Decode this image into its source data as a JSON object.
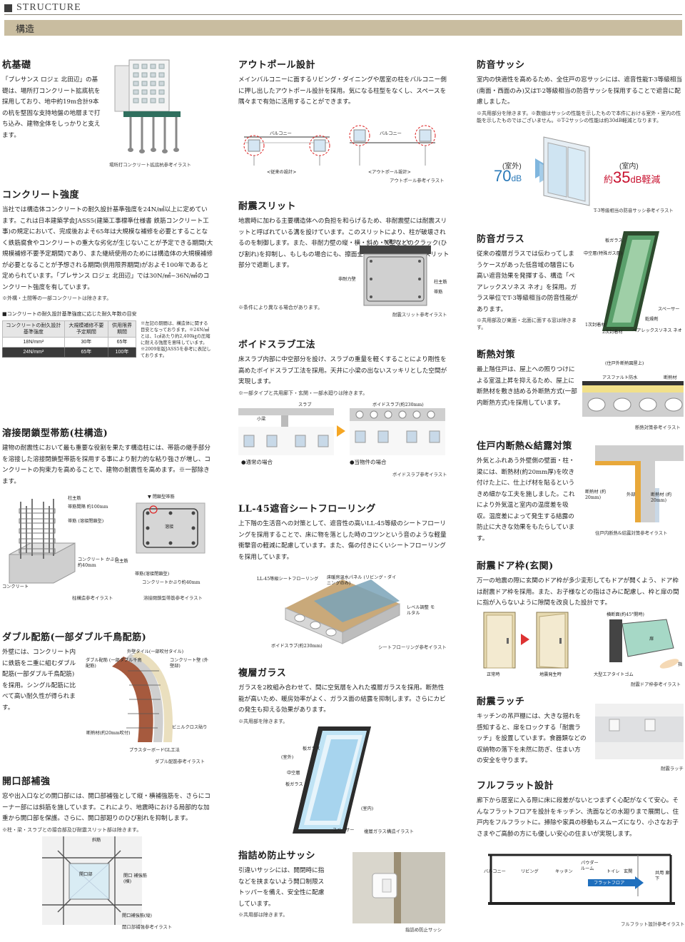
{
  "header": {
    "section_en": "STRUCTURE",
    "band_title": "構造"
  },
  "c1": {
    "pile": {
      "title": "杭基礎",
      "body": "「プレサンス ロジェ 北田辺」の基礎は、場所打コンクリート拡底杭を採用しており、地中約19m合計9本の杭を堅固な支持地盤の地層まで打ち込み、建物全体をしっかりと支えます。",
      "caption": "場所打コンクリート拡底杭参考イラスト"
    },
    "concrete": {
      "title": "コンクリート強度",
      "body": "当社では構造体コンクリートの耐久設計基準強度を24N/㎟以上に定めています。これは日本建築学会JASS5(建築工事標準仕様書 鉄筋コンクリート工事)の規定において、完成後およそ65年は大規模な補修を必要とすることなく鉄筋腐食やコンクリートの重大な劣化が生じないことが予定できる期間(大規模補修不要予定期間)であり、また継続使用のためには構造体の大規模補修が必要となることが予想される期間(供用限界期間)がおよそ100年であると定められています。「プレサンス ロジェ 北田辺」では30N/㎟~36N/㎟のコンクリート強度を有しています。",
      "note": "※外構・土間等の一部コンクリートは除きます。",
      "table_title": "■コンクリートの耐久設計基準強度に応じた耐久年数の目安",
      "table_head": [
        "コンクリートの耐久設計基準強度",
        "大規模補修不要予定期間",
        "供用限界期間"
      ],
      "table_rows": [
        [
          "18N/mm²",
          "30年",
          "65年"
        ],
        [
          "24N/mm²",
          "65年",
          "100年"
        ]
      ],
      "table_notes": "※左記の期間は、構造体に関する目安となっております。※24N/㎟とは、1㎠あたり約2,400㎏の圧縮に耐える強度を意味しています。※2009年版JASS5を参考に表記しております。"
    },
    "hoop": {
      "title": "溶接閉鎖型帯筋(柱構造)",
      "body": "建物の耐震性において最も重要な役割を果たす構造柱には、帯筋の継手部分を溶接した溶接閉鎖型帯筋を採用する事により耐力的な粘り強さが増し、コンクリートの拘束力を高めることで、建物の耐震性を高めます。※一部除きます。",
      "labels": {
        "col_main": "柱主筋",
        "hoop_pitch": "帯筋間隔 約100mm",
        "hoop": "帯筋 (溶接閉鎖型)",
        "cover": "コンクリート かぶり約40mm",
        "concrete": "コンクリート",
        "closed_type": "▼ 閉鎖型帯筋",
        "weld": "溶接",
        "col_main2": "柱主筋",
        "hoop2": "帯筋(溶接閉鎖型)",
        "cover2": "コンクリートかぶり約40mm"
      },
      "cap1": "柱構造参考イラスト",
      "cap2": "溶接閉鎖型帯筋参考イラスト"
    },
    "double": {
      "title": "ダブル配筋(一部ダブル千鳥配筋)",
      "body": "外壁には、コンクリート内に鉄筋を二重に組むダブル配筋(一部ダブル千鳥配筋)を採用。シングル配筋に比べて高い耐久性が得られます。",
      "labels": {
        "tile": "外壁タイル(一部吹付タイル)",
        "rebar": "ダブル配筋 (一部ダブル千鳥配筋)",
        "wall": "コンクリート壁 (外壁部)",
        "insul": "断熱材(約20mm吹付)",
        "cloth": "ビニルクロス貼り",
        "board": "プラスターボードGL工法"
      },
      "caption": "ダブル配筋参考イラスト"
    },
    "opening": {
      "title": "開口部補強",
      "body": "窓や出入口などの開口部には、開口部補強として縦・横補強筋を、さらにコーナー部には斜筋を施しています。これにより、地震時における局部的な加重から開口部を保護。さらに、開口部廻りのひび割れを抑制します。",
      "note": "※柱・梁・スラブとの接合部及び耐震スリット部は除きます。",
      "labels": {
        "diag": "斜筋",
        "opening": "開口部",
        "horiz": "開口 補強筋(横)",
        "vert": "開口補強筋(縦)"
      },
      "caption": "開口部補強参考イラスト"
    }
  },
  "c2": {
    "outpole": {
      "title": "アウトポール設計",
      "body": "メインバルコニーに面するリビング・ダイニングや居室の柱をバルコニー側に押し出したアウトポール設計を採用。気になる柱型をなくし、スペースを隅々まで有効に活用することができます。",
      "balcony": "バルコニー",
      "conv": "<従来の設計>",
      "out": "<アウトポール設計>",
      "caption": "アウトポール参考イラスト"
    },
    "slit": {
      "title": "耐震スリット",
      "body": "地震時に加わる主要構造体への負担を和らげるため、非耐震壁には耐震スリットと呼ばれている溝を設けています。このスリットにより、柱が破壊されるのを制御します。また、非耐力壁の縦・横・斜め・X型などのクラック(ひび割れ)を抑制し、もしもの場合にも、擦面全域にわたるクラックをスリット部分で遮断します。",
      "note": "※条件により異なる場合があります。",
      "labels": {
        "slit": "耐震スリット",
        "wall": "非耐力壁",
        "main": "柱主筋",
        "hoop": "帯筋"
      },
      "caption": "耐震スリット参考イラスト"
    },
    "void": {
      "title": "ボイドスラブ工法",
      "body": "床スラブ内部に中空部分を設け、スラブの重量を軽くすることにより剛性を高めたボイドスラブ工法を採用。天井に小梁の出ないスッキリとした空間が実現します。",
      "note": "※一部タイプと共用廊下・玄関・一部水廻りは除きます。",
      "labels": {
        "slab": "スラブ",
        "beam": "小梁",
        "void": "ボイドスラブ(約230mm)",
        "normal": "●通常の場合",
        "ours": "●当物件の場合"
      },
      "caption": "ボイドスラブ参考イラスト"
    },
    "floor": {
      "title": "LL-45遮音シートフローリング",
      "body": "上下階の生活音への対策として、遮音性の高いLL-45等級のシートフローリングを採用することで、床に物を落とした時のコツンという音のような軽量衝撃音の軽減に配慮しています。また、傷の付きにくいシートフローリングを採用しています。",
      "labels": {
        "sheet": "LL-45等級シートフローリング",
        "panel": "床暖房温水パネル (リビング・ダイニングのみ)",
        "mortar": "レベル調整 モルタル",
        "void": "ボイドスラブ(約230mm)"
      },
      "caption": "シートフローリング参考イラスト"
    },
    "glass": {
      "title": "複層ガラス",
      "body": "ガラスを2枚組み合わせて、間に空気層を入れた複層ガラスを採用。断熱性能が高いため、暖房効率がよく、ガラス面の結露を抑制します。さらにカビの発生も抑える効果があります。",
      "note": "※共用部を除きます。",
      "labels": {
        "outside": "(室外)",
        "pane": "板ガラス",
        "mid": "中空層",
        "pane2": "板ガラス",
        "inside": "(室内)",
        "spacer": "スペーサー"
      },
      "caption": "複層ガラス構造イラスト"
    },
    "finger": {
      "title": "指詰め防止サッシ",
      "body": "引違いサッシには、開閉時に指などを挟まないよう開口制限ストッパーを備え、安全性に配慮しています。",
      "note": "※共用部は除きます。",
      "caption": "指詰め防止サッシ"
    }
  },
  "c3": {
    "sash": {
      "title": "防音サッシ",
      "body": "室内の快適性を高めるため、全住戸の窓サッシには、遮音性能T-3等級相当(南面・西面のみ)又はT-2等級相当の防音サッシを採用することで遮音に配慮しました。",
      "note": "※共用部分を除きます。※数値はサッシの性能を示したもので本件における室外・室内の性能を示したものではございません。※T-2サッシの性能は約30dB軽減となります。",
      "outside": "(室外)",
      "out_db": "70",
      "unit": "dB",
      "inside": "(室内)",
      "in_pre": "約",
      "in_db": "35",
      "in_post": "dB軽減",
      "caption": "T-3等級相当の防音サッシ参考イラスト"
    },
    "sglass": {
      "title": "防音ガラス",
      "body": "従来の複層ガラスでは伝わってしまうケースがあった低音域の騒音にも高い遮音効果を発揮する、構造「ペアレックスソネス ネオ」を採用。ガラス単位でT-3等級相当の防音性能があります。",
      "note": "※共用部及び東面・北面に面する窓は除きます。",
      "labels": {
        "pane": "板ガラス",
        "mid": "中空層(特殊ガス層)",
        "spacer": "スペーサー",
        "desiccant": "乾燥剤",
        "seal1": "1次封着材",
        "seal2": "2次封着材",
        "brand": "ペアレックスソネス ネオ"
      }
    },
    "insul": {
      "title": "断熱対策",
      "body": "最上階住戸は、屋上への照りつけによる室温上昇を抑えるため、屋上に断熱材を敷き詰める外断熱方式(一部内断熱方式)を採用しています。",
      "labels": {
        "top": "(住戸外断熱図屋上)",
        "asphalt": "アスファルト防水",
        "ins": "断熱材"
      },
      "caption": "断熱対策参考イラスト"
    },
    "dew": {
      "title": "住戸内断熱&結露対策",
      "body": "外気とふれあう外壁側の壁面・柱・梁には、断熱材(約20mm厚)を吹き付けた上に、仕上げ材を貼るというきめ細かな工夫を施しました。これにより外気温と室内の温度差を吸収。温度差によって発生する結露の防止に大きな効果をもたらしています。",
      "labels": {
        "ins1": "断熱材 (約20mm)",
        "outside": "外部",
        "ins2": "断熱材 (約20mm)"
      },
      "caption": "住戸内断熱&結露対策参考イラスト"
    },
    "door": {
      "title": "耐震ドア枠(玄関)",
      "body": "万一の地震の際に玄関のドア枠が多少変形してもドアが開くよう、ドア枠は耐震ドア枠を採用。また、お子様などの指はさみに配慮し、枠と扉の間に指が入らないように隙間を改良した設計です。",
      "labels": {
        "normal": "正常時",
        "quake": "地震発生時",
        "section": "横断面(約45°開時)",
        "door": "扉",
        "finger": "指",
        "tight": "大型エアタイトゴム"
      },
      "caption": "耐震ドア枠参考イラスト"
    },
    "latch": {
      "title": "耐震ラッチ",
      "body": "キッチンの吊戸棚には、大きな揺れを感知すると、扉をロックする「耐震ラッチ」を設置しています。食器類などの収納物の落下を未然に防ぎ、住まい方の安全を守ります。",
      "caption": "耐震ラッチ"
    },
    "flat": {
      "title": "フルフラット設計",
      "body": "廊下から居室に入る際に床に段差がないとつまずく心配がなくて安心。そんなフラットフロアを設計をキッチン、洗面などの水廻りまで展開し、住戸内をフルフラットに。掃除や家具の移動もスムーズになり、小さなお子さまやご高齢の方にも優しい安心の住まいが実現します。",
      "labels": {
        "balcony": "バルコニー",
        "living": "リビング",
        "kitchen": "キッチン",
        "powder": "パウダー ルーム",
        "toilet": "トイレ",
        "entrance": "玄関",
        "corridor": "共用 廊下",
        "flat": "フラットフロア"
      },
      "caption": "フルフラット設計参考イラスト"
    }
  }
}
